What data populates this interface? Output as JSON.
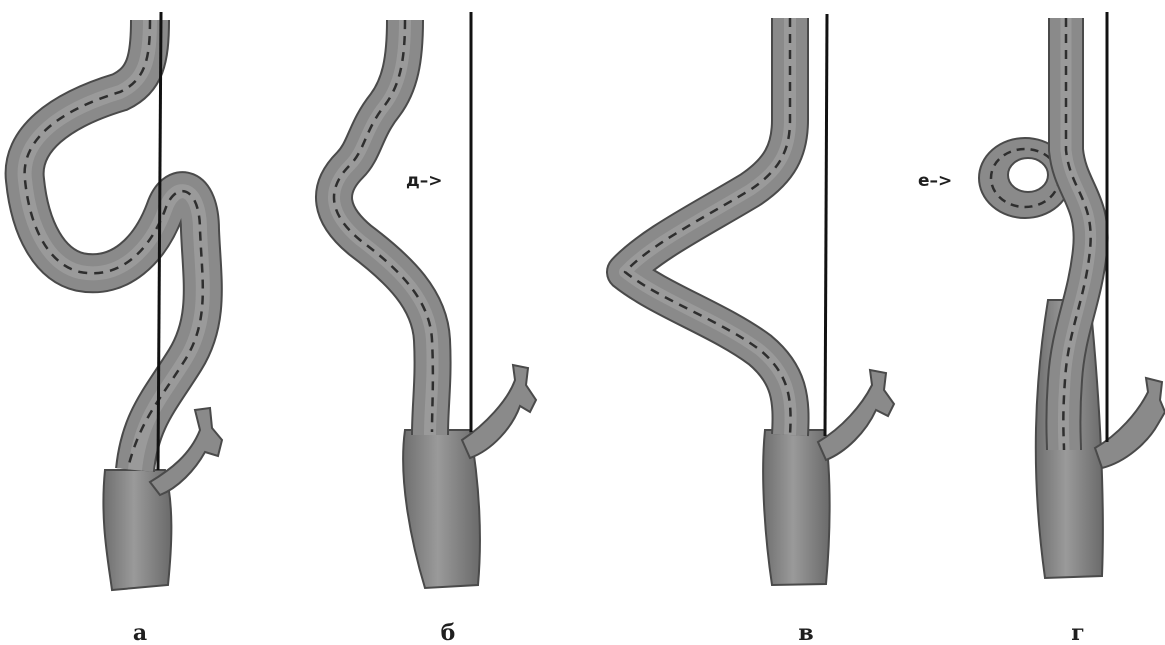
{
  "figure": {
    "panels": [
      {
        "id": "a",
        "caption": "а"
      },
      {
        "id": "b",
        "caption": "б"
      },
      {
        "id": "v",
        "caption": "в"
      },
      {
        "id": "g",
        "caption": "г"
      }
    ],
    "annotations": [
      {
        "id": "d",
        "text": "д–>"
      },
      {
        "id": "e",
        "text": "е–>"
      }
    ],
    "colors": {
      "vessel_fill": "#8a8a8a",
      "vessel_edge": "#4a4a4a",
      "vessel_highlight": "#b5b5b5",
      "centerline": "#2e2e2e",
      "reference_line": "#111111"
    }
  }
}
